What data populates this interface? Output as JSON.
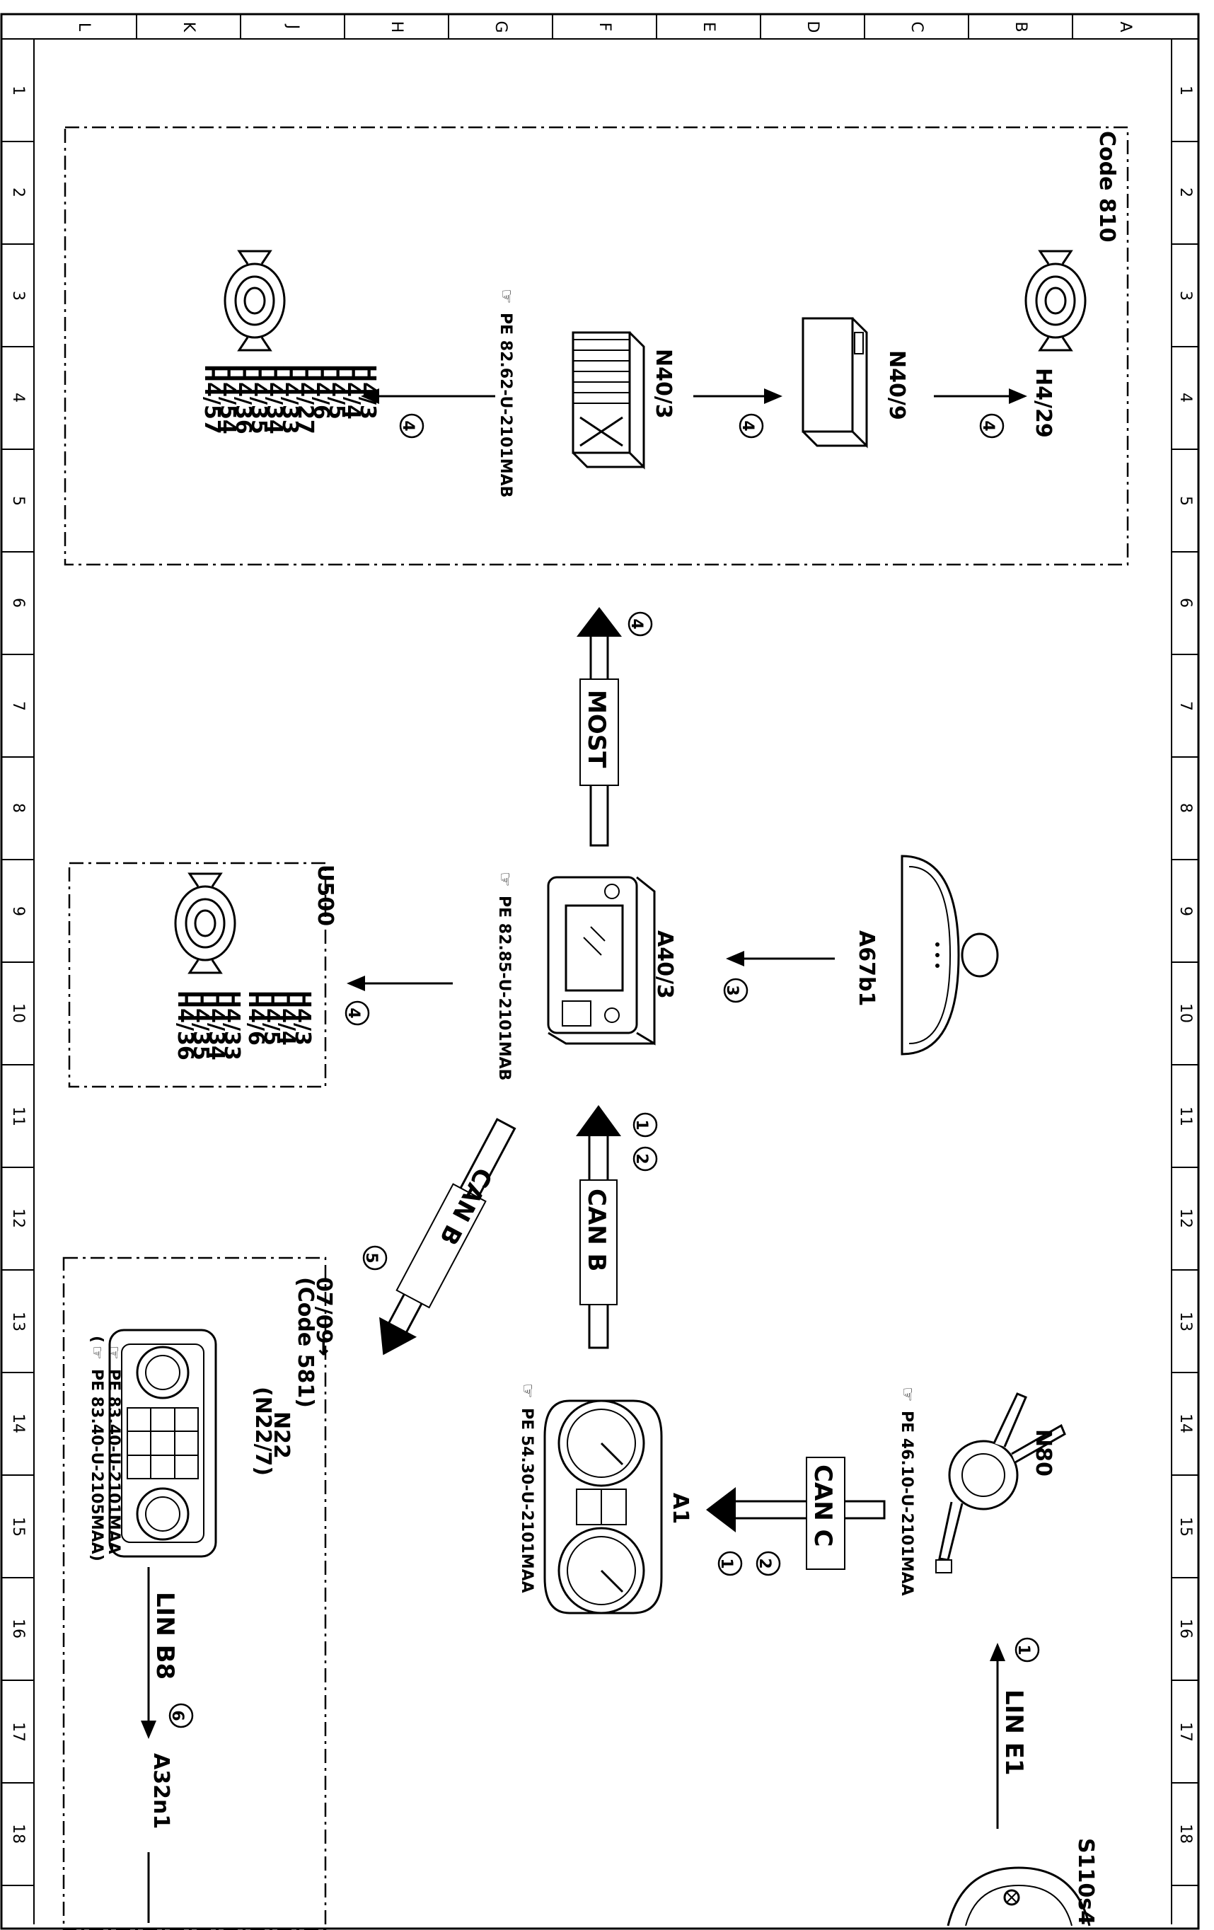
{
  "frame": {
    "columns": [
      "L",
      "K",
      "J",
      "H",
      "G",
      "F",
      "E",
      "D",
      "C",
      "B",
      "A"
    ],
    "rows": [
      "1",
      "2",
      "3",
      "4",
      "5",
      "6",
      "7",
      "8",
      "9",
      "10",
      "11",
      "12",
      "13",
      "14",
      "15",
      "16",
      "17",
      "18"
    ]
  },
  "components": {
    "h4_29": "H4/29",
    "n40_9": "N40/9",
    "n40_3": "N40/3",
    "n40_3_ref": "PE 82.62-U-2101MAB",
    "a67b1": "A67b1",
    "a40_3": "A40/3",
    "a40_3_ref": "PE 82.85-U-2101MAB",
    "n80": "N80",
    "n80_ref": "PE 46.10-U-2101MAA",
    "a1": "A1",
    "a1_ref": "PE 54.30-U-2101MAA",
    "s110s4": "S110s4",
    "a32n1": "A32n1",
    "n22": "N22",
    "n22_7": "(N22/7)",
    "n22_ref1": "PE 83.40-U-2101MAA",
    "n22_ref2": "PE 83.40-U-2105MAA)",
    "n22_ref2_prefix": "("
  },
  "groups": {
    "code810": "Code 810",
    "u500": "U500",
    "date": "07/09",
    "code581": "(Code 581)"
  },
  "speakers_810": [
    "H4/3",
    "H4/4",
    "H4/5",
    "H4/6",
    "H4/27",
    "H4/33",
    "H4/34",
    "H4/35",
    "H4/36",
    "H4/54",
    "H4/57"
  ],
  "speakers_u500": [
    "H4/3",
    "H4/4",
    "H4/5",
    "H4/6",
    "H4/33",
    "H4/34",
    "H4/35",
    "H4/36"
  ],
  "buses": {
    "most": "MOST",
    "can_b": "CAN B",
    "can_b_2": "CAN B",
    "can_c": "CAN C",
    "lin_e1": "LIN E1",
    "lin_b8": "LIN B8"
  },
  "markers": {
    "m1": "1",
    "m2": "2",
    "m3": "3",
    "m4": "4",
    "m5": "5",
    "m6": "6"
  }
}
